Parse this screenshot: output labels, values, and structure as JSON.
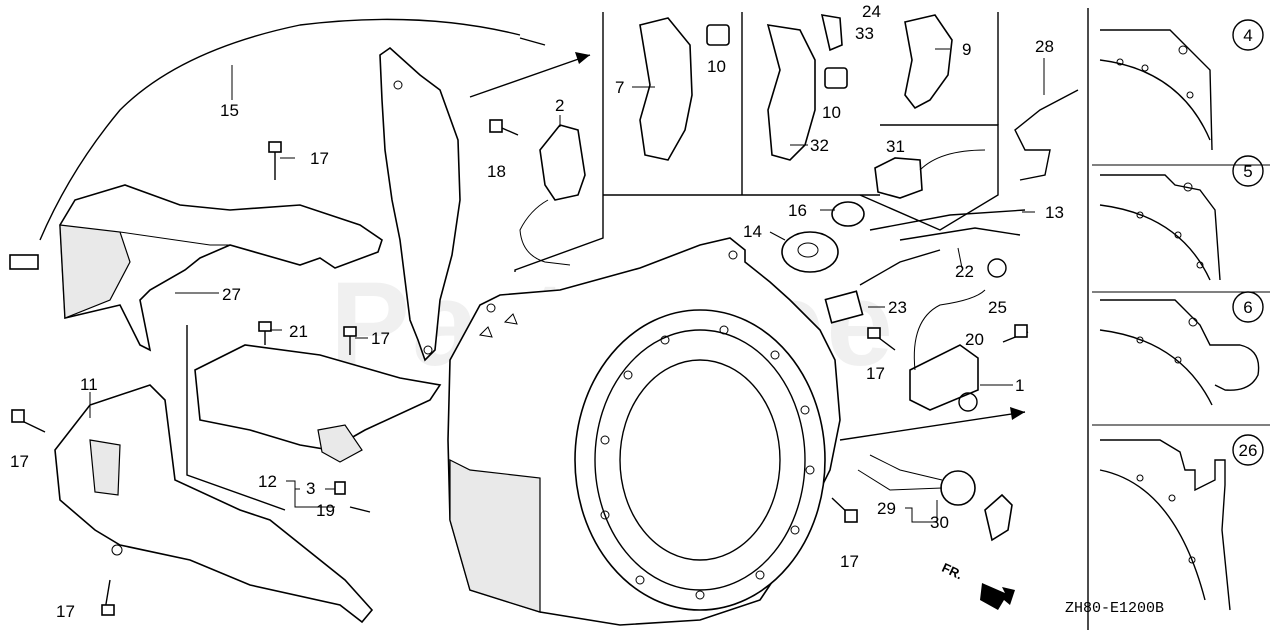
{
  "watermark": "PartsTree",
  "diagram_code": "ZH80-E1200B",
  "direction_label": "FR.",
  "callouts": {
    "c1": "1",
    "c2": "2",
    "c3": "3",
    "c7": "7",
    "c9": "9",
    "c10a": "10",
    "c10b": "10",
    "c11": "11",
    "c12": "12",
    "c13": "13",
    "c14": "14",
    "c15": "15",
    "c16": "16",
    "c17a": "17",
    "c17b": "17",
    "c17c": "17",
    "c17d": "17",
    "c17e": "17",
    "c17f": "17",
    "c18": "18",
    "c19": "19",
    "c20": "20",
    "c21": "21",
    "c22": "22",
    "c23": "23",
    "c24": "24",
    "c25": "25",
    "c27": "27",
    "c28": "28",
    "c29": "29",
    "c30": "30",
    "c31": "31",
    "c32": "32",
    "c33": "33"
  },
  "variants": [
    "4",
    "5",
    "6",
    "26"
  ]
}
